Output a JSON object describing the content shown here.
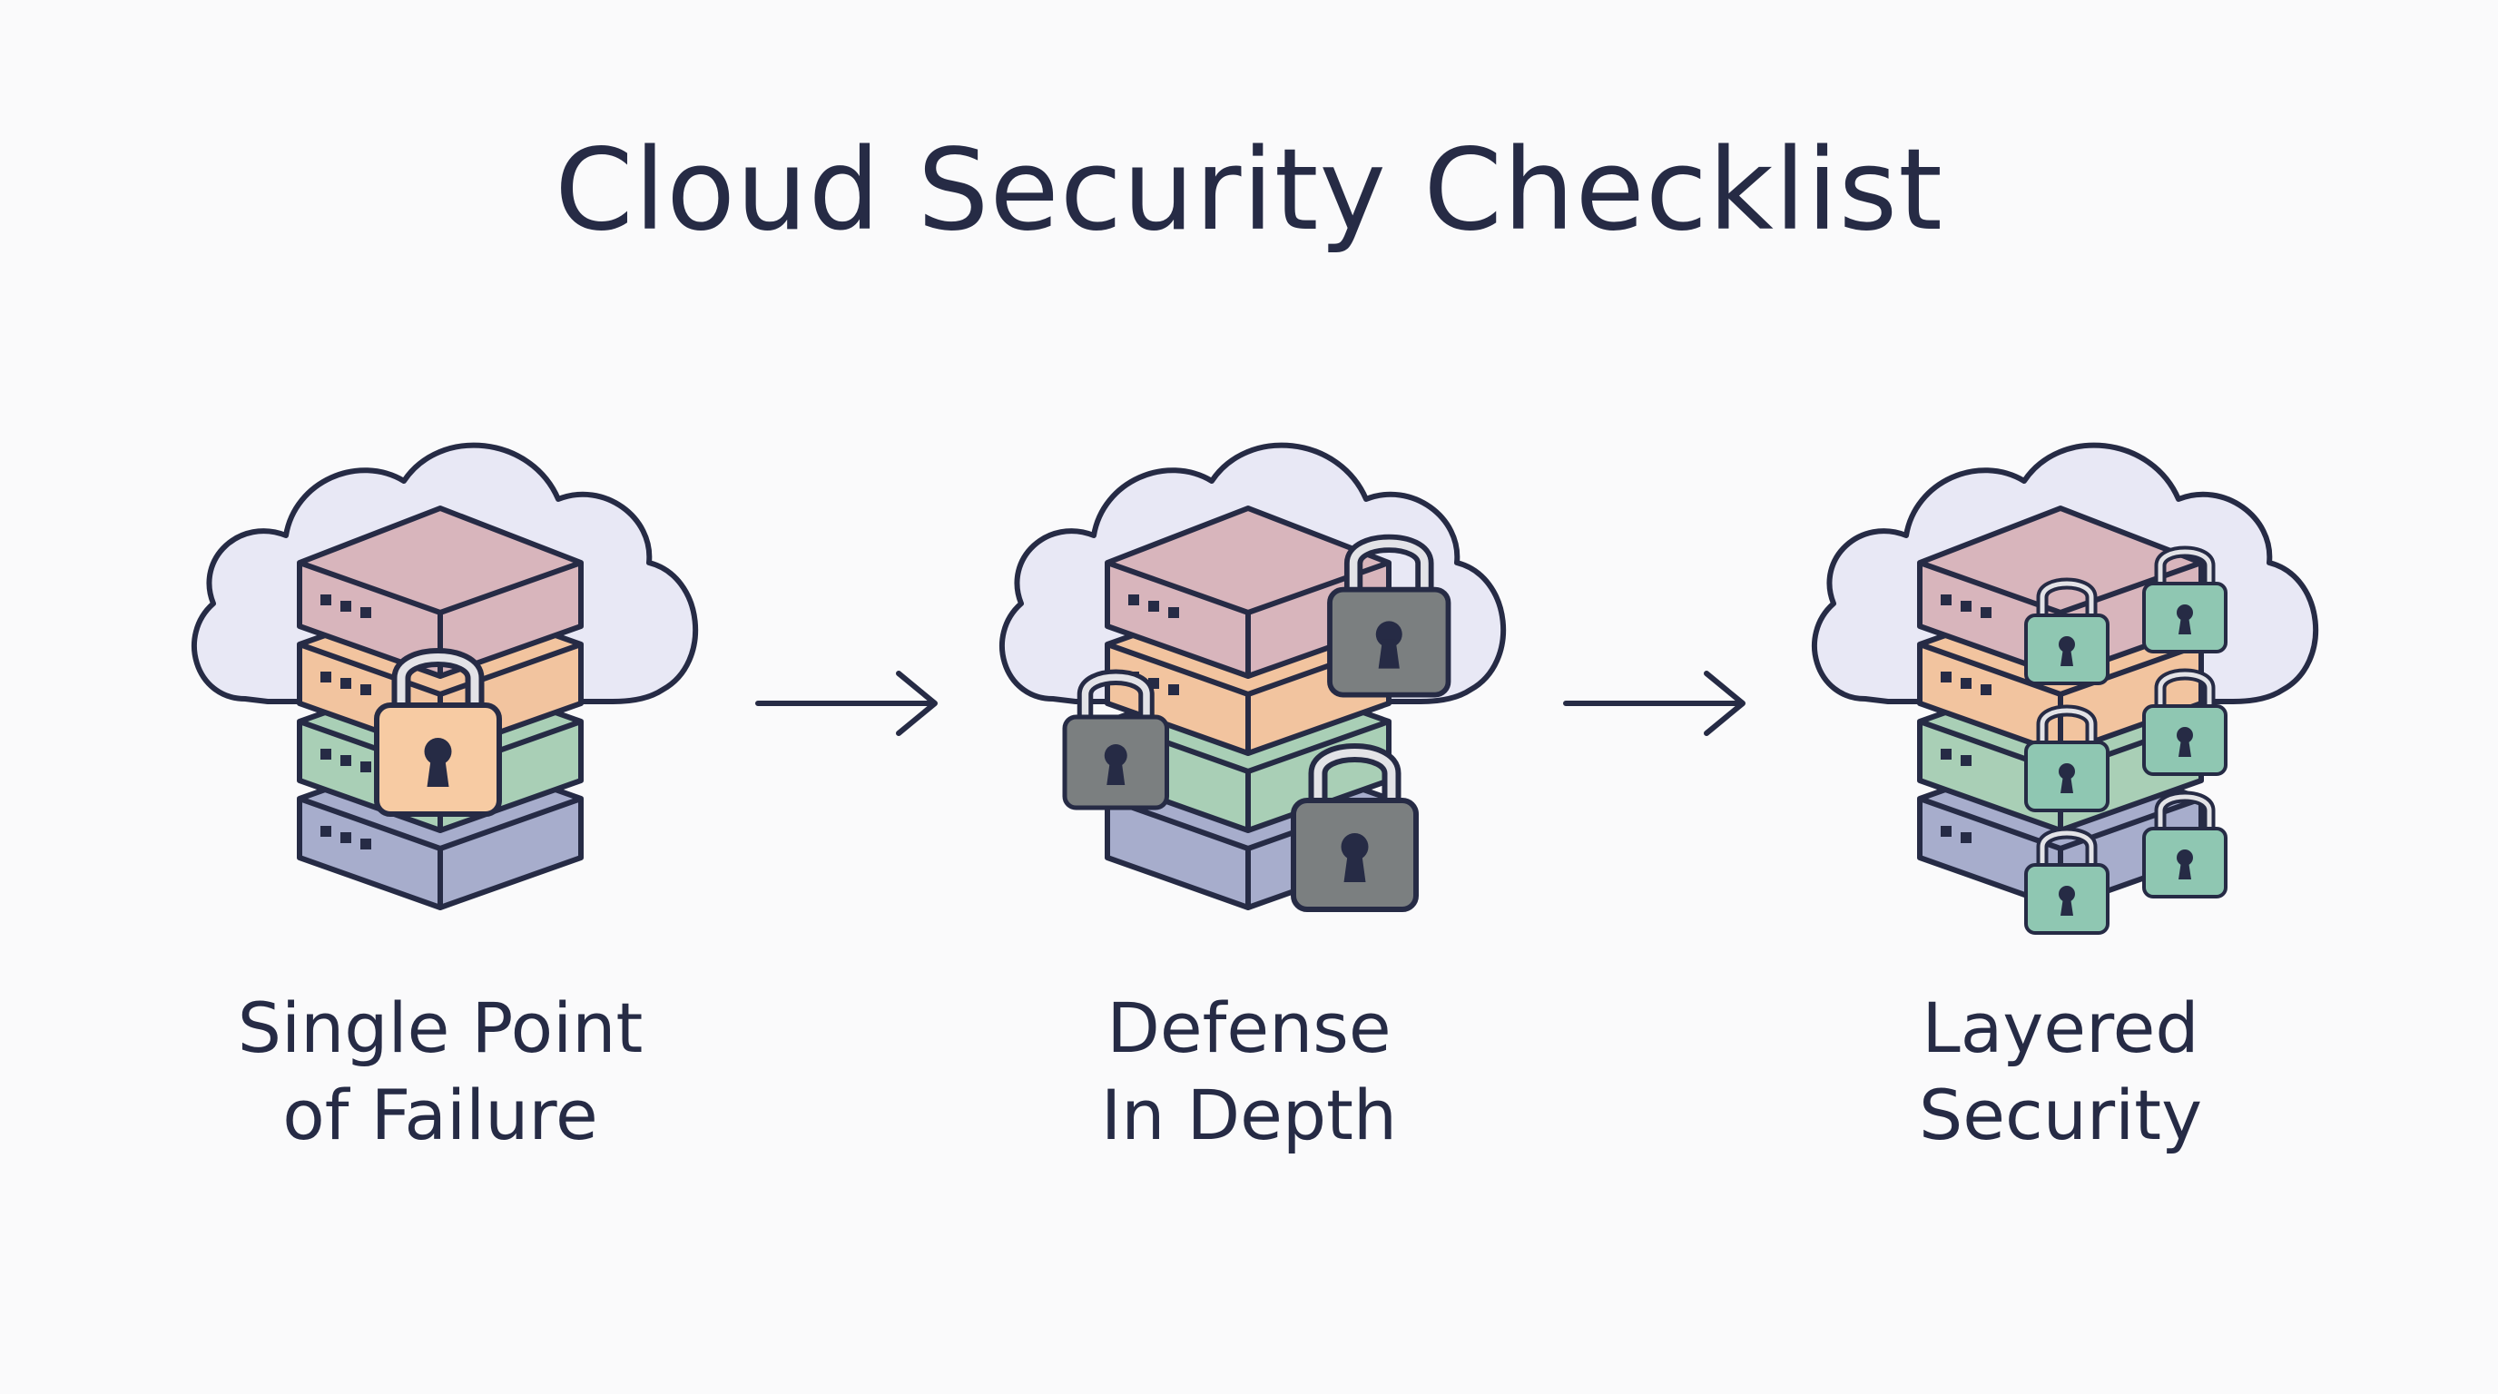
{
  "title": "Cloud Security Checklist",
  "stages": [
    {
      "line1": "Single Point",
      "line2": "of Failure",
      "lock_color": "#f7cba3"
    },
    {
      "line1": "Defense",
      "line2": "In Depth",
      "lock_color": "#7b7f80"
    },
    {
      "line1": "Layered",
      "line2": "Security",
      "lock_color": "#8fc7b2"
    }
  ],
  "colors": {
    "ink": "#262b45",
    "cloud": "#e8e8f5",
    "server_top": "#d8b5bc",
    "server_2": "#f2c49f",
    "server_3": "#a9cfb6",
    "server_bottom": "#a7adcc"
  }
}
